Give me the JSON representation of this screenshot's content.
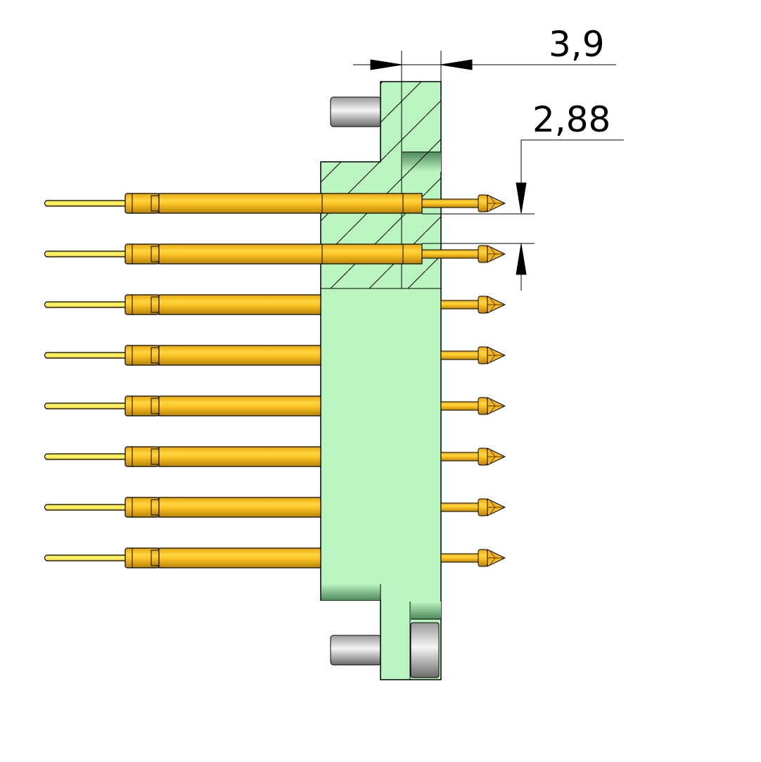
{
  "dimensions": {
    "width_label": "3,9",
    "pitch_label": "2,88"
  },
  "pins": {
    "count": 8,
    "sectioned_count": 2
  },
  "colors": {
    "housing": "#baf4c0",
    "pin_gold": "#f5b81c",
    "pin_tail": "#f8ee5a",
    "steel": "#c8c8c8"
  }
}
